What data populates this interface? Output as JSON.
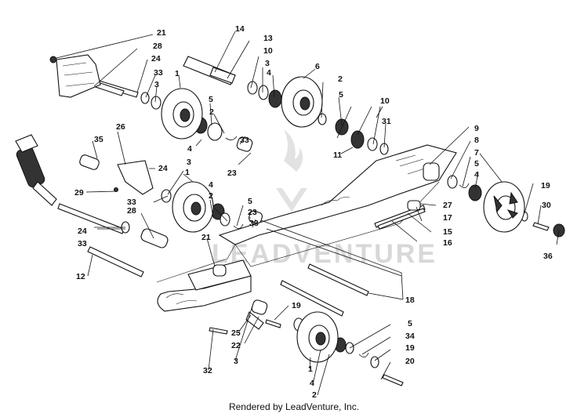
{
  "watermark": {
    "text": "LEADVENTURE"
  },
  "footer": {
    "text": "Rendered by LeadVenture, Inc."
  },
  "callouts": [
    {
      "id": "c21a",
      "label": "21"
    },
    {
      "id": "c28a",
      "label": "28"
    },
    {
      "id": "c24a",
      "label": "24"
    },
    {
      "id": "c33a",
      "label": "33"
    },
    {
      "id": "c3a",
      "label": "3"
    },
    {
      "id": "c1a",
      "label": "1"
    },
    {
      "id": "c5a",
      "label": "5"
    },
    {
      "id": "c2a",
      "label": "2"
    },
    {
      "id": "c4a",
      "label": "4"
    },
    {
      "id": "c14",
      "label": "14"
    },
    {
      "id": "c13",
      "label": "13"
    },
    {
      "id": "c10a",
      "label": "10"
    },
    {
      "id": "c3b",
      "label": "3"
    },
    {
      "id": "c4b",
      "label": "4"
    },
    {
      "id": "c6",
      "label": "6"
    },
    {
      "id": "c2b",
      "label": "2"
    },
    {
      "id": "c5b",
      "label": "5"
    },
    {
      "id": "c10b",
      "label": "10"
    },
    {
      "id": "c11",
      "label": "11"
    },
    {
      "id": "c31",
      "label": "31"
    },
    {
      "id": "c26",
      "label": "26"
    },
    {
      "id": "c35",
      "label": "35"
    },
    {
      "id": "c24b",
      "label": "24"
    },
    {
      "id": "c3c",
      "label": "3"
    },
    {
      "id": "c1b",
      "label": "1"
    },
    {
      "id": "c33b",
      "label": "33"
    },
    {
      "id": "c23a",
      "label": "23"
    },
    {
      "id": "c29",
      "label": "29"
    },
    {
      "id": "c33c",
      "label": "33"
    },
    {
      "id": "c28b",
      "label": "28"
    },
    {
      "id": "c4c",
      "label": "4"
    },
    {
      "id": "c2c",
      "label": "2"
    },
    {
      "id": "c5c",
      "label": "5"
    },
    {
      "id": "c23b",
      "label": "23"
    },
    {
      "id": "c33d",
      "label": "33"
    },
    {
      "id": "c24c",
      "label": "24"
    },
    {
      "id": "c33e",
      "label": "33"
    },
    {
      "id": "c21b",
      "label": "21"
    },
    {
      "id": "c12",
      "label": "12"
    },
    {
      "id": "c9",
      "label": "9"
    },
    {
      "id": "c8",
      "label": "8"
    },
    {
      "id": "c7",
      "label": "7"
    },
    {
      "id": "c5d",
      "label": "5"
    },
    {
      "id": "c4d",
      "label": "4"
    },
    {
      "id": "c19a",
      "label": "19"
    },
    {
      "id": "c30",
      "label": "30"
    },
    {
      "id": "c36",
      "label": "36"
    },
    {
      "id": "c27",
      "label": "27"
    },
    {
      "id": "c17",
      "label": "17"
    },
    {
      "id": "c15",
      "label": "15"
    },
    {
      "id": "c16",
      "label": "16"
    },
    {
      "id": "c18",
      "label": "18"
    },
    {
      "id": "c19b",
      "label": "19"
    },
    {
      "id": "c25",
      "label": "25"
    },
    {
      "id": "c22",
      "label": "22"
    },
    {
      "id": "c3d",
      "label": "3"
    },
    {
      "id": "c32",
      "label": "32"
    },
    {
      "id": "c5e",
      "label": "5"
    },
    {
      "id": "c34",
      "label": "34"
    },
    {
      "id": "c19c",
      "label": "19"
    },
    {
      "id": "c20",
      "label": "20"
    },
    {
      "id": "c1c",
      "label": "1"
    },
    {
      "id": "c4e",
      "label": "4"
    },
    {
      "id": "c2d",
      "label": "2"
    }
  ]
}
